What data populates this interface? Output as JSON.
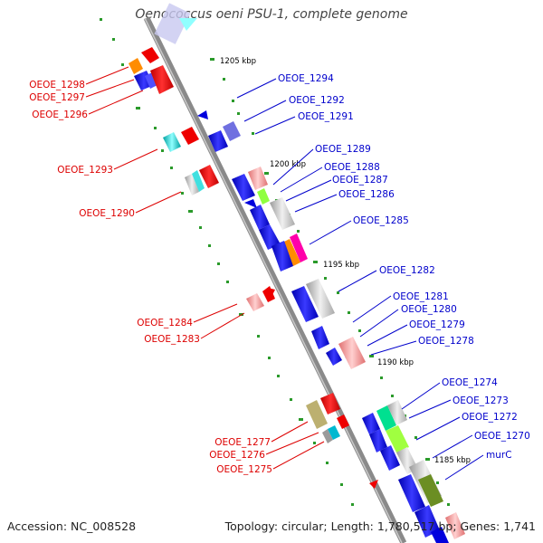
{
  "title": "Oenococcus oeni PSU-1, complete genome",
  "footer": {
    "accession": "Accession: NC_008528",
    "summary": "Topology: circular; Length: 1,780,517 bp; Genes: 1,741"
  },
  "kbp_ticks": [
    "1205 kbp",
    "1200 kbp",
    "1195 kbp",
    "1190 kbp",
    "1185 kbp"
  ],
  "left_labels": [
    "OEOE_1298",
    "OEOE_1297",
    "OEOE_1296",
    "OEOE_1293",
    "OEOE_1290",
    "OEOE_1284",
    "OEOE_1283",
    "OEOE_1277",
    "OEOE_1276",
    "OEOE_1275"
  ],
  "right_labels": [
    "OEOE_1294",
    "OEOE_1292",
    "OEOE_1291",
    "OEOE_1289",
    "OEOE_1288",
    "OEOE_1287",
    "OEOE_1286",
    "OEOE_1285",
    "OEOE_1282",
    "OEOE_1281",
    "OEOE_1280",
    "OEOE_1279",
    "OEOE_1278",
    "OEOE_1274",
    "OEOE_1273",
    "OEOE_1272",
    "OEOE_1270",
    "murC"
  ],
  "colors": {
    "left_label": "#dd0000",
    "right_label": "#0000cc",
    "backbone": "#8a8a8a",
    "gene_blue": "#1010dd",
    "gene_red": "#ee0000",
    "dots": "#2a9a2a"
  }
}
